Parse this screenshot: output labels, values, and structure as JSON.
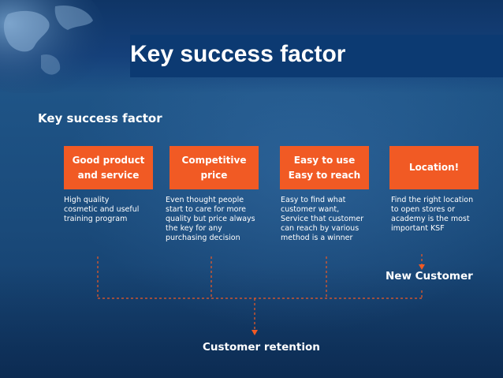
{
  "slide": {
    "title": "Key success factor",
    "subtitle": "Key success factor",
    "factors": [
      {
        "label": "Good product\nand service",
        "desc": "High quality\ncosmetic and useful\ntraining program"
      },
      {
        "label": "Competitive\nprice",
        "desc": "Even thought people\nstart to care for more\nquality but price always\nthe key for any\npurchasing decision"
      },
      {
        "label": "Easy to use\nEasy to reach",
        "desc": "Easy to find what\ncustomer want,\nService that customer\ncan reach by various\nmethod is a winner"
      },
      {
        "label": "Location!",
        "desc": "Find the right location\nto open stores or\nacademy is the most\nimportant KSF"
      }
    ],
    "new_customer": "New Customer",
    "customer_retention": "Customer retention"
  },
  "colors": {
    "box_fill": "#f15a24",
    "title_bar": "#0c3a72",
    "connector": "#f15a24"
  }
}
